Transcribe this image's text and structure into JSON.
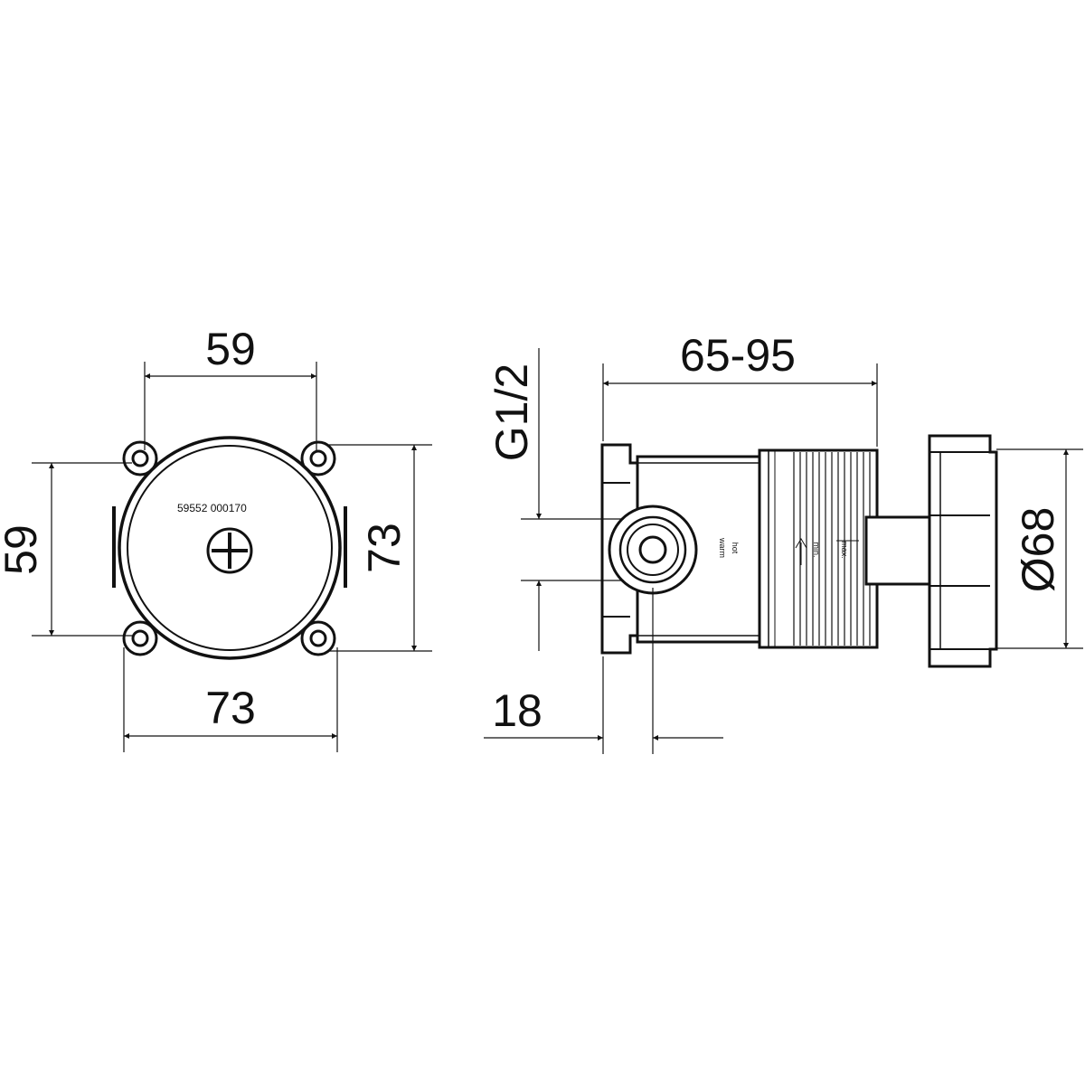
{
  "front_view": {
    "dim_top": "59",
    "dim_left": "59",
    "dim_right": "73",
    "dim_bottom": "73",
    "part_number": "59552 000170"
  },
  "side_view": {
    "dim_top": "65-95",
    "dim_thread": "G1/2",
    "dim_diameter": "Ø68",
    "dim_bottom": "18",
    "label_warm": "warm",
    "label_hot": "hot",
    "label_min": "min.",
    "label_max": "max."
  }
}
